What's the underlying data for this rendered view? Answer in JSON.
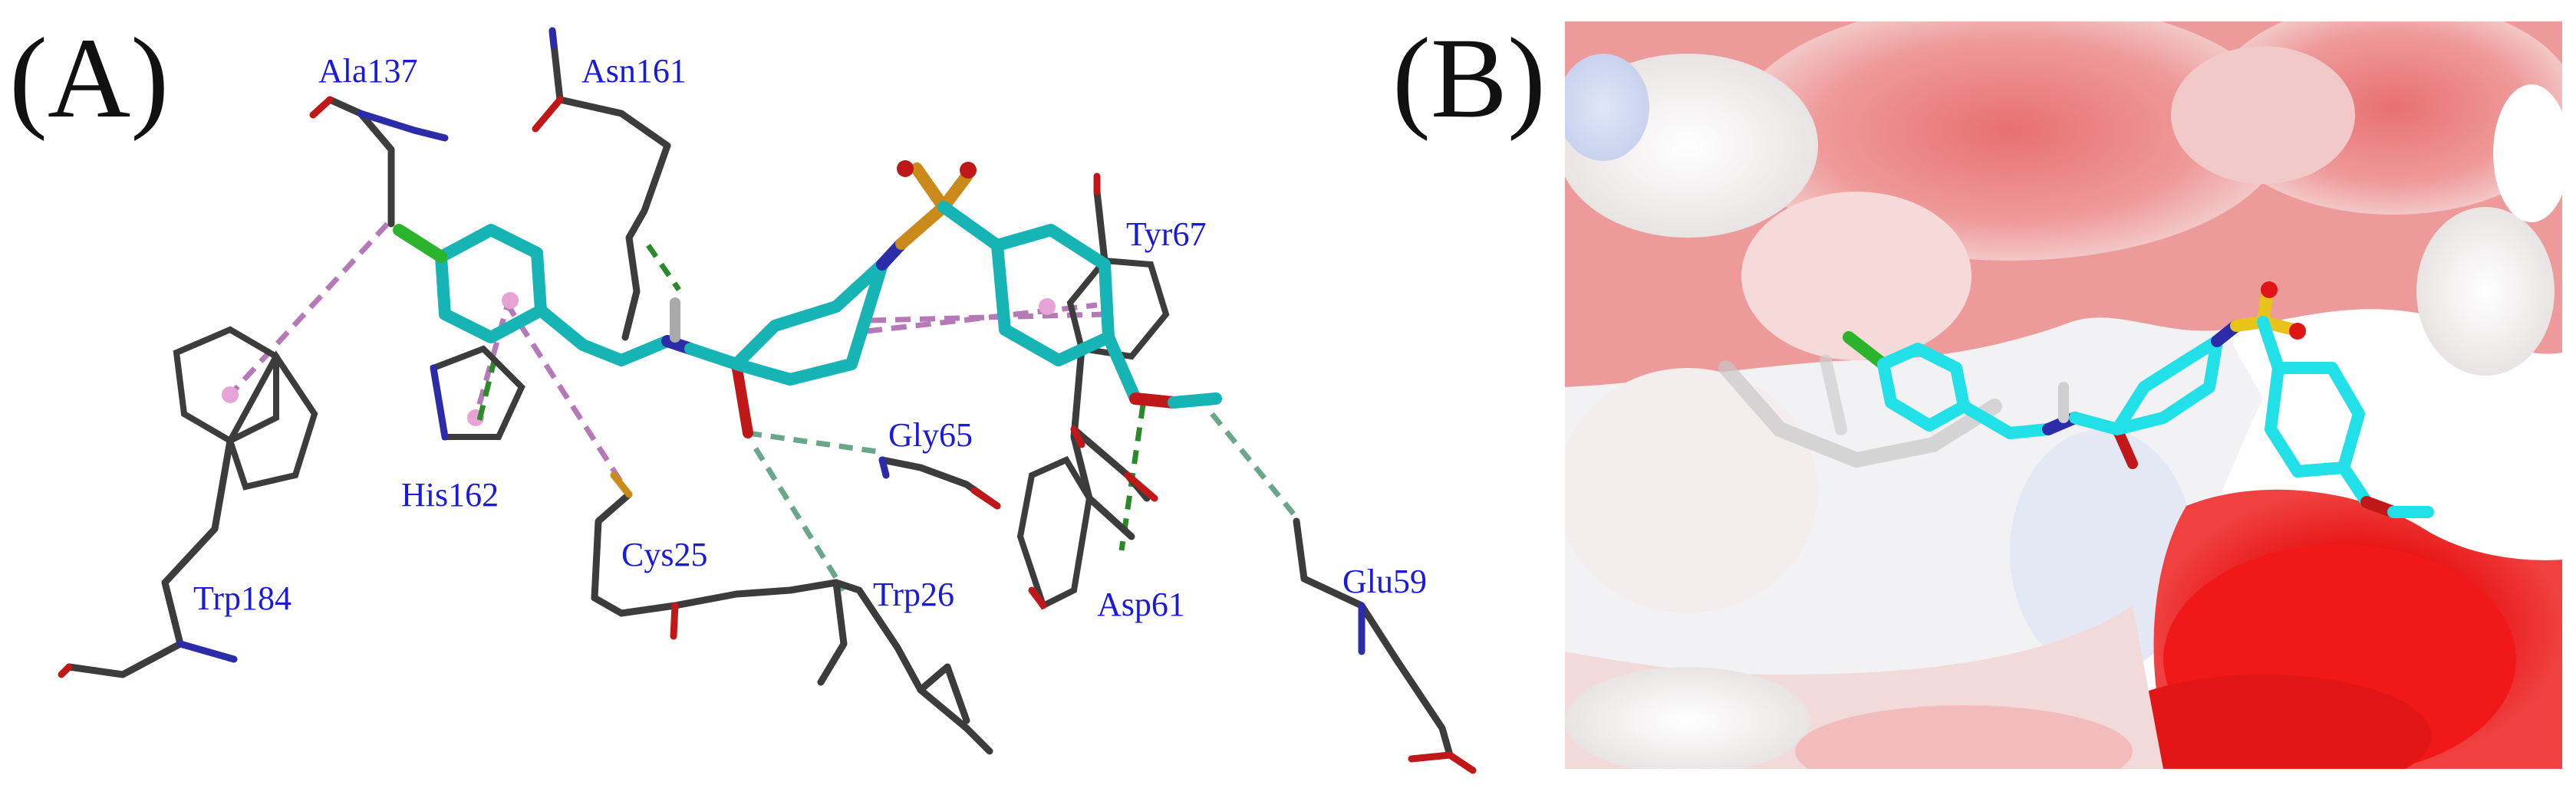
{
  "panels": {
    "a": {
      "label": "(A)"
    },
    "b": {
      "label": "(B)"
    }
  },
  "residues": {
    "ala137": "Ala137",
    "asn161": "Asn161",
    "tyr67": "Tyr67",
    "gly65": "Gly65",
    "his162": "His162",
    "cys25": "Cys25",
    "trp26": "Trp26",
    "trp184": "Trp184",
    "asp61": "Asp61",
    "glu59": "Glu59"
  },
  "colors": {
    "ligand_carbon": "#16b4b4",
    "residue_carbon": "#3c3c3c",
    "oxygen": "#c01818",
    "nitrogen": "#2c2ca8",
    "sulfur_phosphorus": "#c98a1a",
    "chlorine": "#2bb32b",
    "residue_label": "#1a1adc",
    "hydrogen_bond": "#2a8a2a",
    "pi_interaction": "#b679b8",
    "surface_negative": "#e01010",
    "surface_neutral": "#f0f0f0",
    "surface_positive": "#c8d0f0",
    "ligand_surface_view": "#22e0e8"
  }
}
